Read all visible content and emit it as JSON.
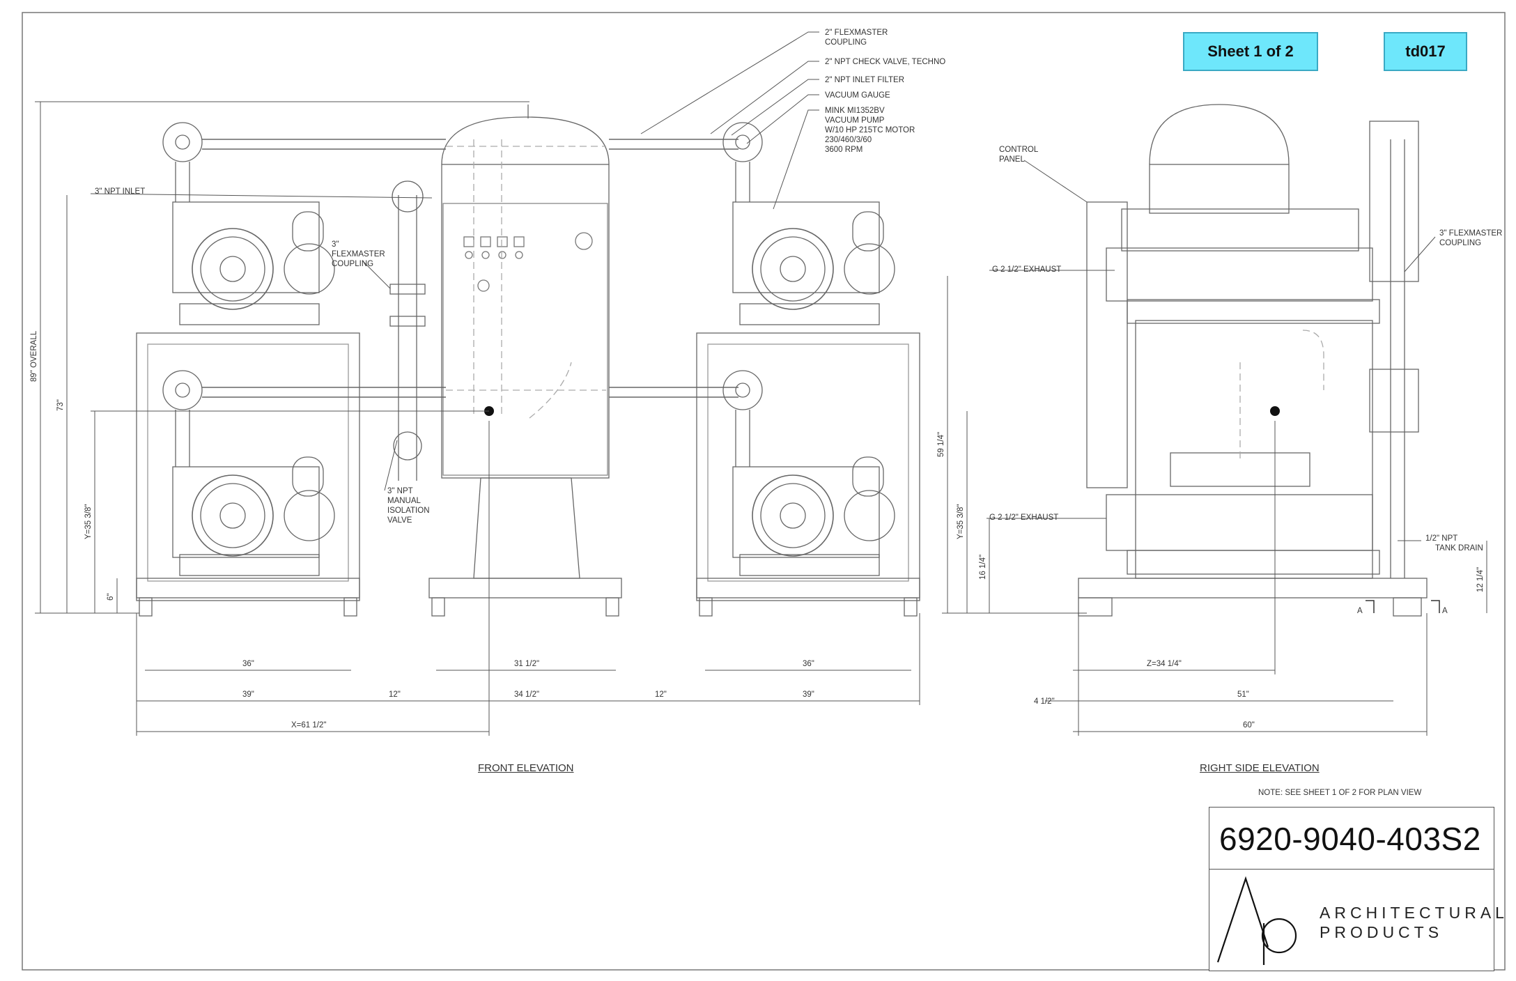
{
  "header": {
    "sheet_label": "Sheet 1 of 2",
    "drawing_id": "td017"
  },
  "callouts": {
    "flexmaster_2_line1": "2\" FLEXMASTER",
    "flexmaster_2_line2": "COUPLING",
    "check_valve": "2\" NPT CHECK VALVE, TECHNO",
    "inlet_filter": "2\" NPT INLET FILTER",
    "vacuum_gauge": "VACUUM GAUGE",
    "pump_line1": "MINK MI1352BV",
    "pump_line2": "VACUUM PUMP",
    "pump_line3": "W/10 HP 215TC MOTOR",
    "pump_line4": "230/460/3/60",
    "pump_line5": "3600 RPM",
    "npt_inlet": "3\" NPT INLET",
    "flexmaster_3_front_line1": "3\"",
    "flexmaster_3_front_line2": "FLEXMASTER",
    "flexmaster_3_front_line3": "COUPLING",
    "iso_valve_line1": "3\" NPT",
    "iso_valve_line2": "MANUAL",
    "iso_valve_line3": "ISOLATION",
    "iso_valve_line4": "VALVE",
    "control_panel_line1": "CONTROL",
    "control_panel_line2": "PANEL",
    "exhaust_upper": "G 2 1/2\" EXHAUST",
    "exhaust_lower": "G 2 1/2\" EXHAUST",
    "flexmaster_3_side_line1": "3\" FLEXMASTER",
    "flexmaster_3_side_line2": "COUPLING",
    "tank_drain_line1": "1/2\" NPT",
    "tank_drain_line2": "TANK DRAIN",
    "section_a": "A"
  },
  "dimensions": {
    "overall_89": "89\" OVERALL",
    "h_73": "73\"",
    "y_front": "Y=35 3/8\"",
    "h_6": "6\"",
    "w_36_left": "36\"",
    "w_39_left": "39\"",
    "w_12_left": "12\"",
    "w_31_half": "31 1/2\"",
    "w_34_half": "34 1/2\"",
    "w_12_right": "12\"",
    "w_36_right": "36\"",
    "w_39_right": "39\"",
    "x_total": "X=61 1/2\"",
    "h_59_quarter": "59 1/4\"",
    "y_side": "Y=35 3/8\"",
    "h_16_quarter": "16 1/4\"",
    "h_12_quarter": "12 1/4\"",
    "z_side": "Z=34 1/4\"",
    "w_4_half": "4 1/2\"",
    "w_51": "51\"",
    "w_60": "60\""
  },
  "labels": {
    "front_elevation": "FRONT ELEVATION",
    "right_side_elevation": "RIGHT SIDE ELEVATION",
    "note": "NOTE: SEE SHEET 1 OF 2 FOR PLAN VIEW"
  },
  "title_block": {
    "drawing_number": "6920-9040-403S2",
    "brand_line1": "ARCHITECTURAL",
    "brand_line2": "PRODUCTS"
  }
}
